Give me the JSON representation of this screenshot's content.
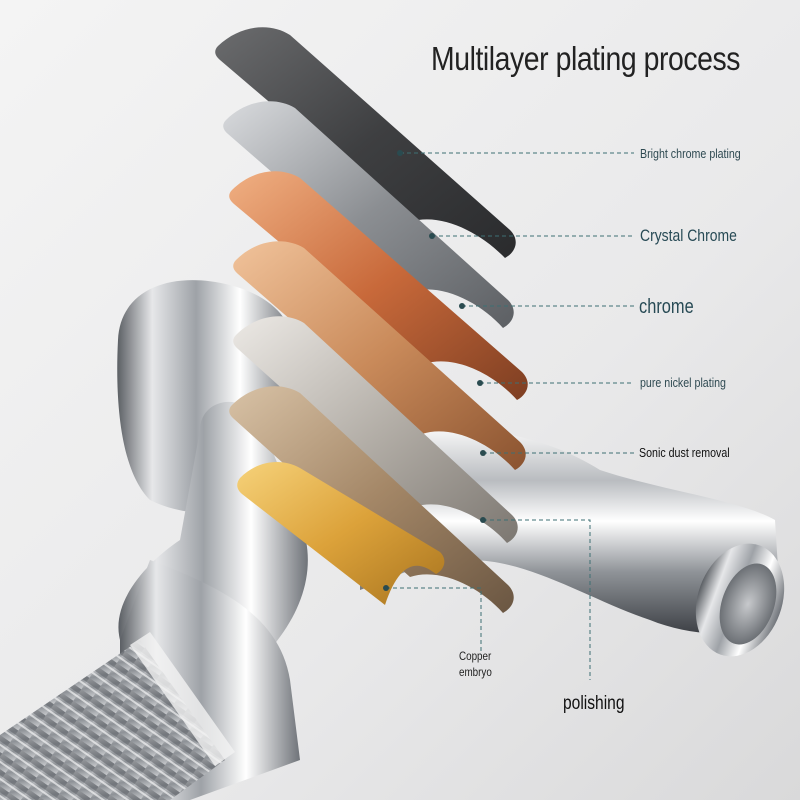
{
  "title": "Multilayer plating process",
  "labels": {
    "bright_chrome": "Bright chrome plating",
    "crystal_chrome": "Crystal Chrome",
    "chrome": "chrome",
    "pure_nickel": "pure nickel plating",
    "sonic_dust": "Sonic dust removal",
    "copper_embryo_line1": "Copper",
    "copper_embryo_line2": "embryo",
    "polishing": "polishing"
  },
  "colors": {
    "leader_line": "#3d6f73",
    "layer_dark": "#4a4b4d",
    "layer_chrome": "#9c9ea2",
    "layer_copper": "#c8794a",
    "layer_bronze": "#c08a60",
    "layer_nickel": "#b7b3ad",
    "layer_tan": "#a88e74",
    "layer_gold": "#d8a23c"
  },
  "layers": [
    {
      "id": "bright-chrome-layer",
      "color_key": "layer_dark"
    },
    {
      "id": "crystal-chrome-layer",
      "color_key": "layer_chrome"
    },
    {
      "id": "chrome-layer",
      "color_key": "layer_copper"
    },
    {
      "id": "pure-nickel-layer",
      "color_key": "layer_bronze"
    },
    {
      "id": "sonic-dust-layer",
      "color_key": "layer_nickel"
    },
    {
      "id": "copper-embryo-layer",
      "color_key": "layer_tan"
    },
    {
      "id": "polishing-layer",
      "color_key": "layer_gold"
    }
  ]
}
